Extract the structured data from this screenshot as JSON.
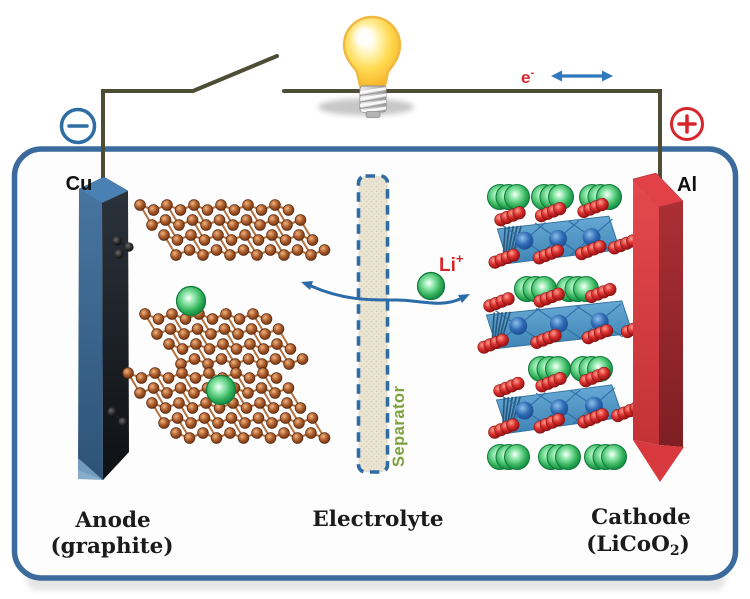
{
  "figure": {
    "cu_label": "Cu",
    "al_label": "Al",
    "negative_terminal": "-",
    "positive_terminal": "+",
    "electron": {
      "base": "e",
      "sup": "-"
    },
    "lithium_ion": {
      "base": "Li",
      "sup": "+"
    },
    "separator_label": "Separator",
    "anode_label": {
      "line1": "Anode",
      "line2": "(graphite)"
    },
    "electrolyte_label": "Electrolyte",
    "cathode_label": {
      "line1": "Cathode",
      "formula_prefix": "(LiCoO",
      "formula_sub": "2",
      "formula_suffix": ")"
    }
  },
  "colors": {
    "container_border": "#3a6b9c",
    "wire": "#4d4d36",
    "negative_terminal": "#2e6da4",
    "positive_terminal": "#d6262c",
    "electron_label": "#d6262c",
    "lithium_label": "#d6262c",
    "separator_border": "#2e6da4",
    "separator_fill": "#ebe5d5",
    "separator_label": "#7da23c",
    "ion_arrow": "#2b6ca8",
    "electron_arrow": "#2e79bd",
    "graphite_bond": "#b4713d",
    "carbon_atom": "#a8592a",
    "lithium_sphere": "#2fae57",
    "cobalt_atom": "#2e6ab4",
    "oxygen_atom": "#d92f2f",
    "coo2_slab": "#4f95c5",
    "copper_front": "#181c22",
    "copper_side": "#3a6288",
    "aluminum_side": "#d63c41",
    "aluminum_front": "#98282e",
    "bulb_glass": "#ffd94f",
    "label_text": "#1b1b1b"
  }
}
